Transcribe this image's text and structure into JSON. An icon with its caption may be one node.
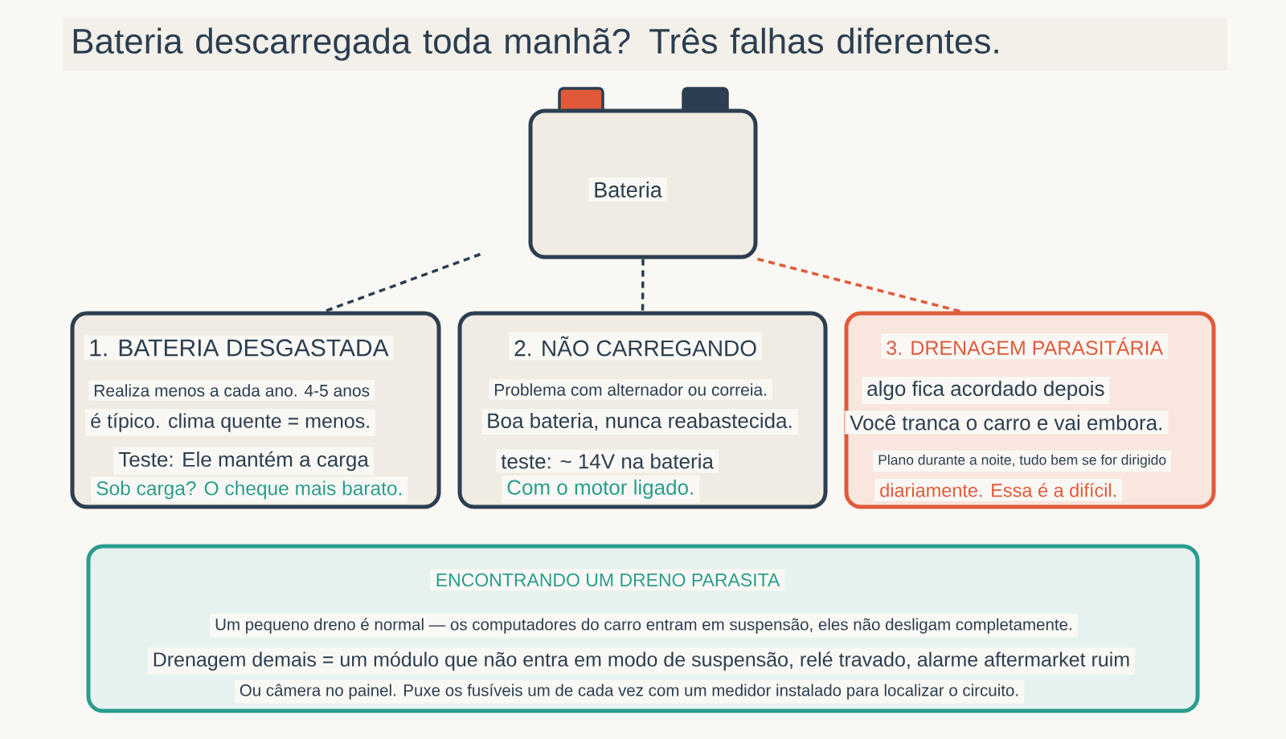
{
  "diagram": {
    "title": "Bateria descarregada toda manhã? Três falhas diferentes.",
    "nodes": [
      {
        "text": [
          "Bateria"
        ]
      },
      {
        "text": [
          "1. BATERIA DESGASTADA",
          "Realiza menos a cada ano. 4-5 anos",
          "é típico. clima quente = menos.",
          "Teste: Ele mantém a carga",
          "Sob carga? O cheque mais barato."
        ]
      },
      {
        "text": [
          "2. NÃO CARREGANDO",
          "Problema com alternador ou correia.",
          "Boa bateria, nunca reabastecida.",
          "teste: ~ 14V na bateria",
          "Com o motor ligado."
        ]
      },
      {
        "text": [
          "3. DRENAGEM PARASITÁRIA",
          "algo fica acordado depois",
          "Você tranca o carro e vai embora.",
          "Plano durante a noite, tudo bem se for dirigido",
          "diariamente. Essa é a difícil."
        ]
      },
      {
        "text": [
          "ENCONTRANDO UM DRENO PARASITA",
          "Um pequeno dreno é normal — os computadores do carro entram em suspensão, eles não desligam completamente.",
          "Drenagem demais = um módulo que não entra em modo de suspensão, relé travado, alarme aftermarket ruim",
          "Ou câmera no painel. Puxe os fusíveis um de cada vez com um medidor instalado para localizar o circuito."
        ]
      }
    ],
    "edges": [
      {
        "from": 0,
        "to": 1,
        "arrow": "none",
        "style": "dashed"
      },
      {
        "from": 0,
        "to": 2,
        "arrow": "none",
        "style": "dashed"
      },
      {
        "from": 0,
        "to": 3,
        "arrow": "none",
        "style": "dashed",
        "color": "#e05a3a"
      }
    ]
  }
}
